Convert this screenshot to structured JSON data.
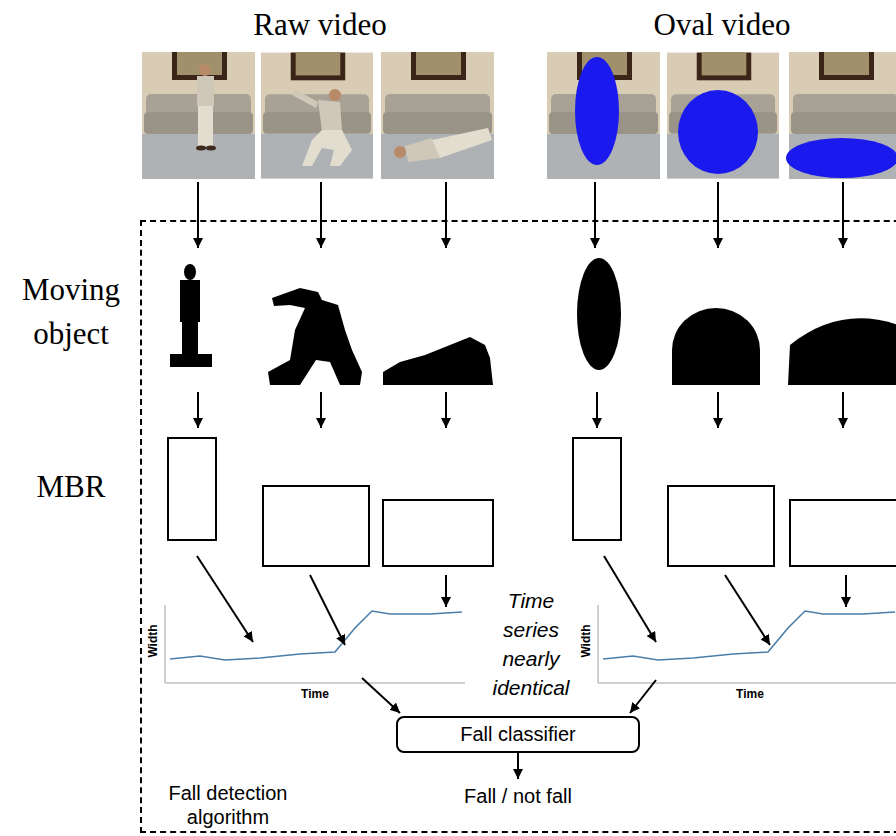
{
  "diagram": {
    "nodes": [
      {
        "text": [
          "Fall detection algorithm"
        ]
      },
      {
        "text": [
          "Fall classifier"
        ],
        "in": 0
      }
    ],
    "labels": [
      "Raw video",
      "Oval video",
      "Moving object",
      "MBR",
      "Width",
      "Time",
      "Time series nearly identical",
      "Width",
      "Time",
      "Fall / not fall"
    ]
  }
}
